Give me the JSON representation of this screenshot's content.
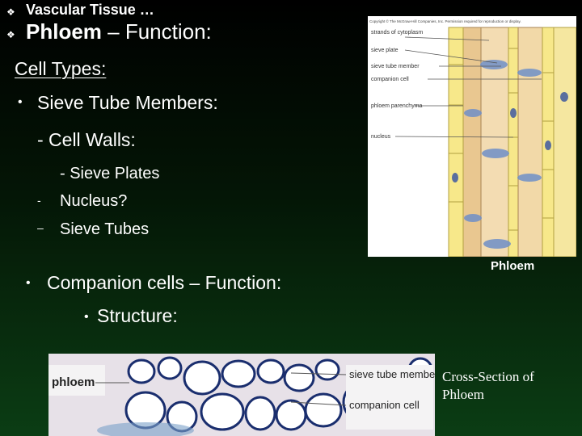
{
  "header": {
    "bullet_glyph": "❖",
    "section_title": "Vascular Tissue …",
    "title_bold": "Phloem",
    "title_rest": " – Function:"
  },
  "body": {
    "cell_types": "Cell Types",
    "cell_types_colon": ":",
    "dot_glyph": "•",
    "sieve_tube_members": "Sieve Tube Members:",
    "cell_walls": "- Cell Walls:",
    "sieve_plates": "- Sieve Plates",
    "dash_glyph": "-",
    "nucleus": "Nucleus?",
    "dash2_glyph": "–",
    "sieve_tubes": "Sieve Tubes",
    "companion_cells": "Companion cells – Function:",
    "structure": "Structure:"
  },
  "diagram": {
    "credit": "Copyright © The McGraw-Hill Companies, Inc. Permission required for reproduction or display.",
    "labels": [
      "strands of cytoplasm",
      "sieve plate",
      "sieve tube member",
      "companion cell",
      "phloem parenchyma",
      "nucleus"
    ],
    "caption": "Phloem"
  },
  "photo": {
    "label_left": "phloem",
    "label_sieve": "sieve tube member",
    "label_companion": "companion cell",
    "caption": "Cross-Section of Phloem"
  },
  "colors": {
    "background_top": "#000000",
    "background_bottom": "#0b3d14",
    "text": "#ffffff",
    "cell_fill": "#f2d9a8",
    "stain": "#5a7ab8"
  }
}
